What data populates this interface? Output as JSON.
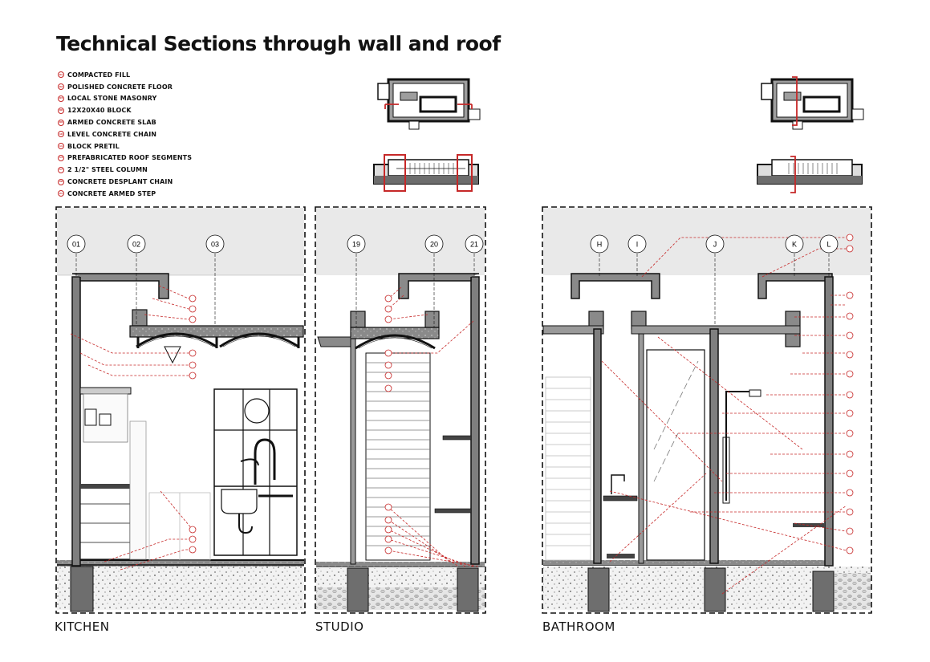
{
  "title": "Technical Sections through wall and roof",
  "legend": [
    {
      "num": "01",
      "label": "COMPACTED FILL"
    },
    {
      "num": "02",
      "label": "POLISHED CONCRETE FLOOR"
    },
    {
      "num": "03",
      "label": "LOCAL STONE MASONRY"
    },
    {
      "num": "06",
      "label": "12X20X40 BLOCK"
    },
    {
      "num": "09",
      "label": "ARMED CONCRETE SLAB"
    },
    {
      "num": "10",
      "label": "LEVEL CONCRETE CHAIN"
    },
    {
      "num": "11",
      "label": "BLOCK PRETIL"
    },
    {
      "num": "13",
      "label": "PREFABRICATED ROOF SEGMENTS"
    },
    {
      "num": "17",
      "label": "2 1/2\" STEEL COLUMN"
    },
    {
      "num": "20",
      "label": "CONCRETE DESPLANT CHAIN"
    },
    {
      "num": "21",
      "label": "CONCRETE ARMED STEP"
    }
  ],
  "sections": {
    "kitchen": {
      "label": "KITCHEN",
      "grid": [
        "01",
        "02",
        "03"
      ]
    },
    "studio": {
      "label": "STUDIO",
      "grid": [
        "19",
        "20",
        "21"
      ]
    },
    "bathroom": {
      "label": "BATHROOM",
      "grid": [
        "H",
        "I",
        "J",
        "K",
        "L"
      ]
    }
  },
  "colors": {
    "accent": "#c62828",
    "line": "#111111",
    "tone": "#e8e8e8",
    "mid": "#7a7a7a"
  }
}
